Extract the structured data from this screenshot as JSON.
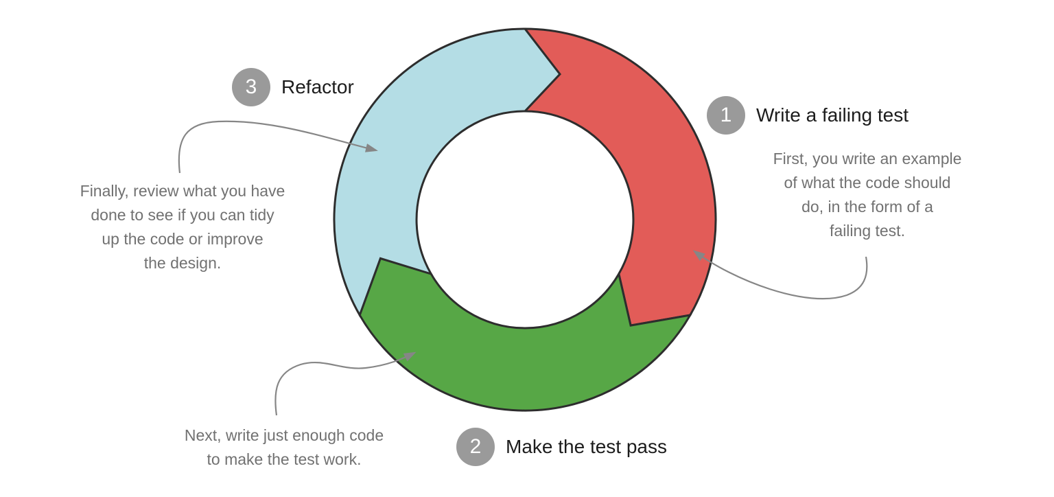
{
  "diagram": {
    "type": "cycle",
    "steps": [
      {
        "number": "1",
        "title": "Write a failing test",
        "description_lines": [
          "First, you write an example",
          "of what the code should",
          "do, in the form of a",
          "failing test."
        ],
        "segment_color_key": "segment_red"
      },
      {
        "number": "2",
        "title": "Make the test pass",
        "description_lines": [
          "Next, write just enough code",
          "to make the test work."
        ],
        "segment_color_key": "segment_green"
      },
      {
        "number": "3",
        "title": "Refactor",
        "description_lines": [
          "Finally, review what you have",
          "done to see if you can tidy",
          "up the code or improve",
          "the design."
        ],
        "segment_color_key": "segment_blue"
      }
    ],
    "colors": {
      "segment_red": "#e25c58",
      "segment_green": "#57a746",
      "segment_blue": "#b4dde5",
      "outline": "#2d2d2d",
      "badge": "#9a9a9a",
      "connector": "#868686",
      "title_text": "#1c1c1c",
      "desc_text": "#717171",
      "background": "#ffffff"
    }
  }
}
